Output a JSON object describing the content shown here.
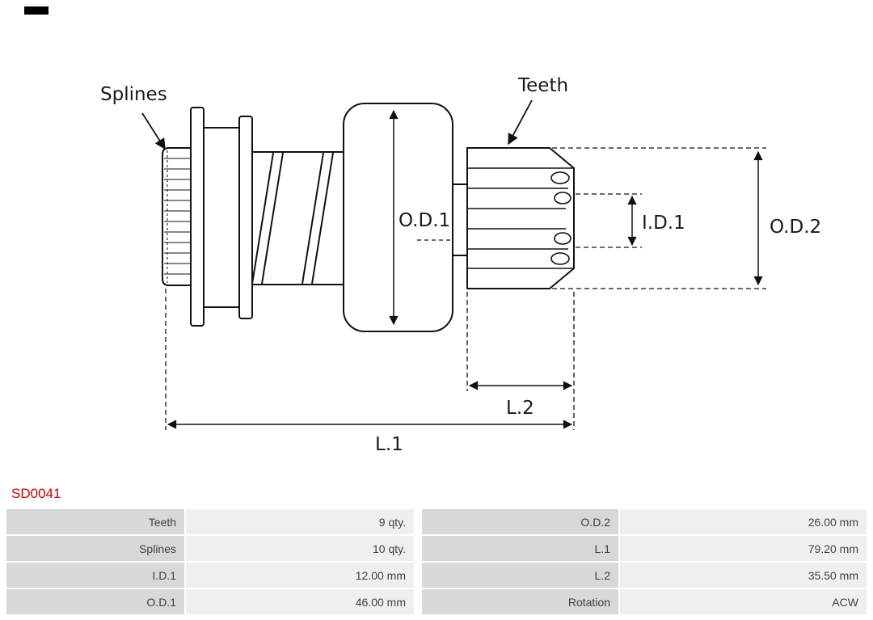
{
  "part_number": "SD0041",
  "colors": {
    "part_number": "#cc0000",
    "line": "#111111",
    "table_label_bg": "#d8d8d8",
    "table_value_bg": "#efefef",
    "table_text": "#3f3f3f"
  },
  "diagram": {
    "callouts": {
      "splines": "Splines",
      "teeth": "Teeth"
    },
    "dimensions": {
      "od1": "O.D.1",
      "id1": "I.D.1",
      "od2": "O.D.2",
      "l1": "L.1",
      "l2": "L.2"
    }
  },
  "table": {
    "rows": [
      [
        "Teeth",
        "9 qty.",
        "O.D.2",
        "26.00 mm"
      ],
      [
        "Splines",
        "10 qty.",
        "L.1",
        "79.20 mm"
      ],
      [
        "I.D.1",
        "12.00 mm",
        "L.2",
        "35.50 mm"
      ],
      [
        "O.D.1",
        "46.00 mm",
        "Rotation",
        "ACW"
      ]
    ]
  }
}
